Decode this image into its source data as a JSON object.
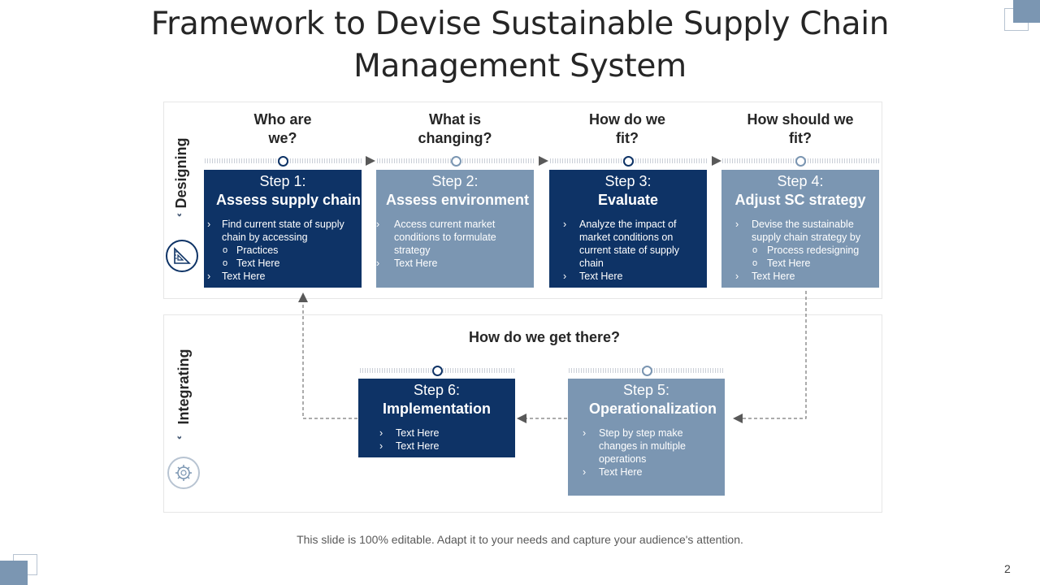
{
  "title": {
    "line1": "Framework to Devise Sustainable Supply Chain",
    "line2": "Management System"
  },
  "sections": {
    "designing": "Designing",
    "integrating": "Integrating"
  },
  "questions": {
    "q1": "Who are we?",
    "q2": "What is changing?",
    "q3": "How do we fit?",
    "q4": "How should we fit?",
    "q5": "How do we get there?"
  },
  "steps": {
    "s1": {
      "step": "Step 1:",
      "name": "Assess supply chain",
      "b1": "Find current state of supply chain by accessing",
      "sub1": "Practices",
      "sub2": "Text Here",
      "b2": "Text Here"
    },
    "s2": {
      "step": "Step 2:",
      "name": "Assess environment",
      "b1": "Access current market conditions to formulate strategy",
      "b2": "Text Here"
    },
    "s3": {
      "step": "Step 3:",
      "name": "Evaluate",
      "b1": "Analyze the impact of market conditions on current state of supply chain",
      "b2": "Text Here"
    },
    "s4": {
      "step": "Step 4:",
      "name": "Adjust SC strategy",
      "b1": "Devise the sustainable supply chain strategy by",
      "sub1": "Process redesigning",
      "sub2": "Text Here",
      "b2": "Text Here"
    },
    "s5": {
      "step": "Step 5:",
      "name": "Operationalization",
      "b1": "Step by step make changes in multiple operations",
      "b2": "Text Here"
    },
    "s6": {
      "step": "Step 6:",
      "name": "Implementation",
      "b1": "Text Here",
      "b2": "Text Here"
    }
  },
  "markers": {
    "bullet": "›",
    "sub": "o",
    "chevrons": "‹‹‹"
  },
  "colors": {
    "dark": "#0e3366",
    "light": "#7b96b2",
    "text": "#262626"
  },
  "footer": "This slide is 100% editable. Adapt it to your needs and capture your audience's attention.",
  "page_number": "2"
}
